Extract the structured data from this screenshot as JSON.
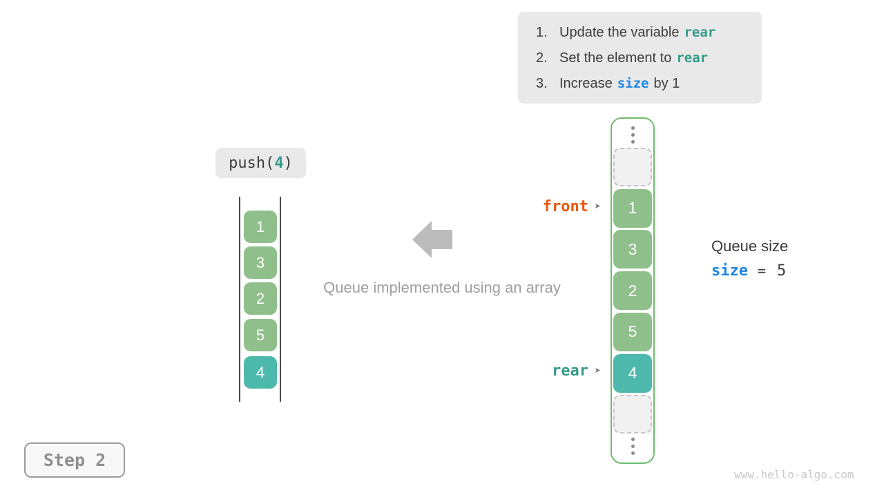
{
  "colors": {
    "cell_green": "#8fc08b",
    "cell_teal": "#4db9ac",
    "array_border_green": "#6dbd6a",
    "code_teal": "#339b8a",
    "code_blue": "#2086e0",
    "front_orange": "#e65a10",
    "panel_gray": "#e9e9e9",
    "muted_gray": "#9e9e9e"
  },
  "instructions": {
    "items": [
      {
        "num": "1.",
        "pre": "Update the variable",
        "code": "rear",
        "post": ""
      },
      {
        "num": "2.",
        "pre": "Set the element to",
        "code": "rear",
        "post": ""
      },
      {
        "num": "3.",
        "pre": "Increase",
        "code": "size",
        "post": "by 1"
      }
    ]
  },
  "operation": {
    "prefix": "push(",
    "arg": "4",
    "suffix": ")"
  },
  "stack": {
    "values": [
      "1",
      "3",
      "2",
      "5",
      "4"
    ]
  },
  "array": {
    "values": [
      "1",
      "3",
      "2",
      "5",
      "4"
    ]
  },
  "icons": {
    "big_arrow": "left-block-arrow",
    "ellipsis": "vertical-ellipsis",
    "pointer_arrow": "right-arrowhead"
  },
  "pointers": {
    "front": {
      "label": "front",
      "arrow": "➤"
    },
    "rear": {
      "label": "rear",
      "arrow": "➤"
    }
  },
  "caption": "Queue implemented using an array",
  "queue_size": {
    "title": "Queue size",
    "var": "size",
    "equals": "=",
    "value": "5"
  },
  "step": {
    "label": "Step 2"
  },
  "watermark": "www.hello-algo.com"
}
